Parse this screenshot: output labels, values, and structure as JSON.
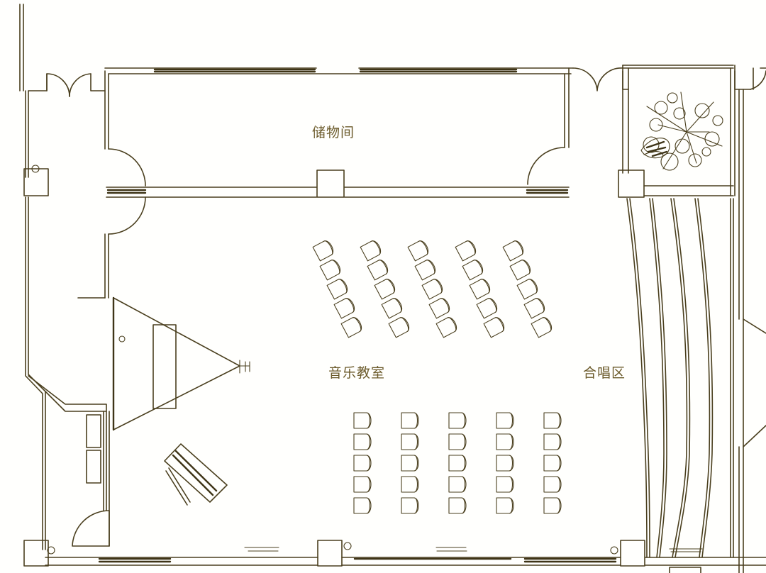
{
  "rooms": {
    "storage": "储物间",
    "music_classroom": "音乐教室",
    "choir_area": "合唱区"
  },
  "colors": {
    "ink": "#4a3f1e",
    "label": "#6b5a2a",
    "paper": "#fffffd"
  },
  "icons": [
    "potted-plant-icon",
    "grand-piano-icon",
    "piano-bench-icon",
    "chair-icon",
    "door-swing-icon",
    "column-icon"
  ]
}
